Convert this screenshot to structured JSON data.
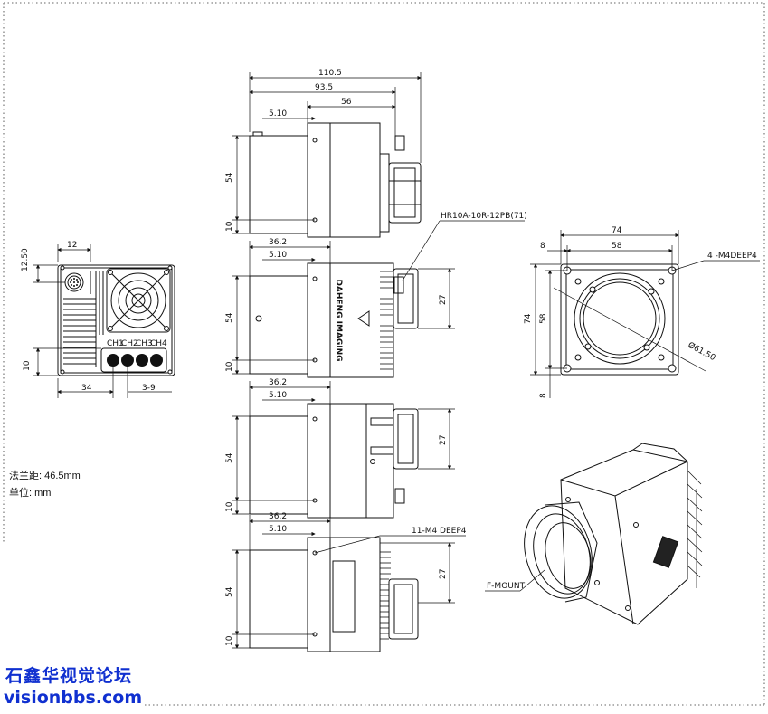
{
  "notes": {
    "flange_distance": "法兰距: 46.5mm",
    "unit": "单位: mm"
  },
  "watermark": {
    "cn": "石鑫华视觉论坛",
    "url": "visionbbs.com",
    "color": "#1030d0"
  },
  "front_view": {
    "dims": {
      "d12_50": "12.50",
      "d12": "12",
      "d10": "10",
      "d34": "34",
      "d3_9": "3-9"
    },
    "led_labels": [
      "CH1",
      "CH2",
      "CH3",
      "CH4"
    ]
  },
  "top_view": {
    "dims": {
      "total": "110.5",
      "d93_5": "93.5",
      "d56": "56",
      "d5_10": "5.10",
      "d54": "54",
      "d10": "10"
    }
  },
  "side_view_1": {
    "dims": {
      "d36_2": "36.2",
      "d5_10": "5.10",
      "d54": "54",
      "d10": "10",
      "d27": "27"
    },
    "connector_label": "HR10A-10R-12PB(71)",
    "brand_text": "DAHENG IMAGING"
  },
  "side_view_2": {
    "dims": {
      "d36_2": "36.2",
      "d5_10": "5.10",
      "d54": "54",
      "d10": "10",
      "d27": "27"
    }
  },
  "side_view_3": {
    "dims": {
      "d36_2": "36.2",
      "d5_10": "5.10",
      "d54": "54",
      "d10": "10",
      "d27": "27"
    },
    "hole_label": "11-M4 DEEP4"
  },
  "lens_view": {
    "dims": {
      "d74_top": "74",
      "d8_top": "8",
      "d58_top": "58",
      "d74_left": "74",
      "d58_left": "58",
      "d8_left": "8",
      "dia": "Ø61.50"
    },
    "hole_label": "4 -M4DEEP4"
  },
  "iso_view": {
    "mount_label": "F-MOUNT"
  }
}
